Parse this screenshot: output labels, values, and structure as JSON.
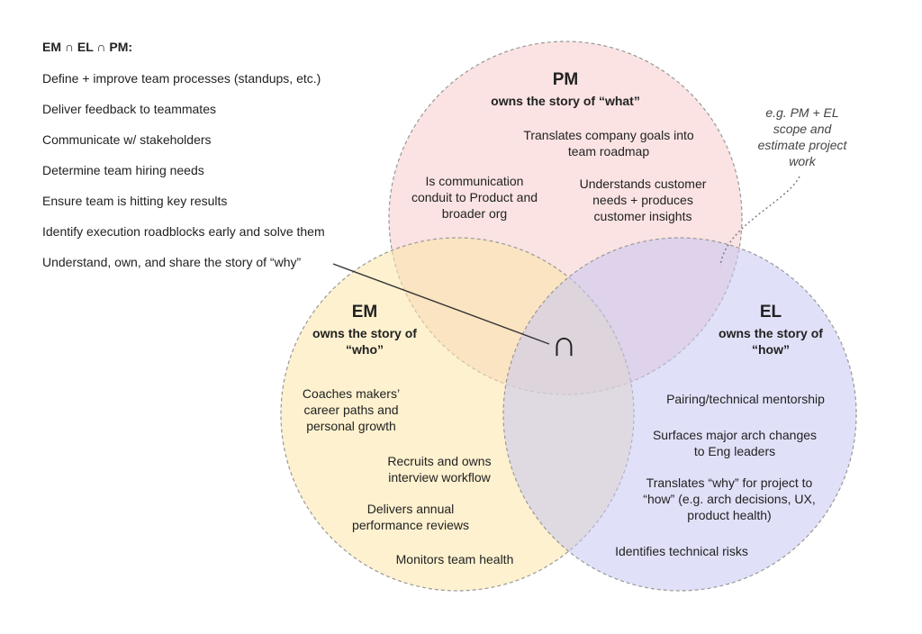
{
  "intersection": {
    "title": "EM ∩ EL ∩ PM:",
    "items": [
      "Define + improve team processes (standups, etc.)",
      "Deliver feedback to teammates",
      "Communicate w/ stakeholders",
      "Determine team hiring needs",
      "Ensure team is hitting key results",
      "Identify execution roadblocks early and solve them",
      "Understand, own, and share the story of “why”"
    ]
  },
  "center_symbol": "∩",
  "pm": {
    "title": "PM",
    "subtitle": "owns the story of “what”",
    "items": [
      "Translates company goals into team roadmap",
      "Is communication conduit to Product and broader org",
      "Understands customer needs + produces customer insights"
    ],
    "color": "#fce4e4"
  },
  "em": {
    "title": "EM",
    "subtitle": "owns the story of “who”",
    "items": [
      "Coaches makers’ career paths and personal growth",
      "Recruits and owns interview workflow",
      "Delivers annual performance reviews",
      "Monitors team health"
    ],
    "color": "#fdf3d2"
  },
  "el": {
    "title": "EL",
    "subtitle": "owns the story of “how”",
    "items": [
      "Pairing/technical mentorship",
      "Surfaces major arch changes to Eng leaders",
      "Translates “why” for project to “how” (e.g. arch decisions, UX, product health)",
      "Identifies technical risks"
    ],
    "color": "#e4e4fa"
  },
  "pm_el_note": "e.g. PM + EL scope and estimate project work"
}
